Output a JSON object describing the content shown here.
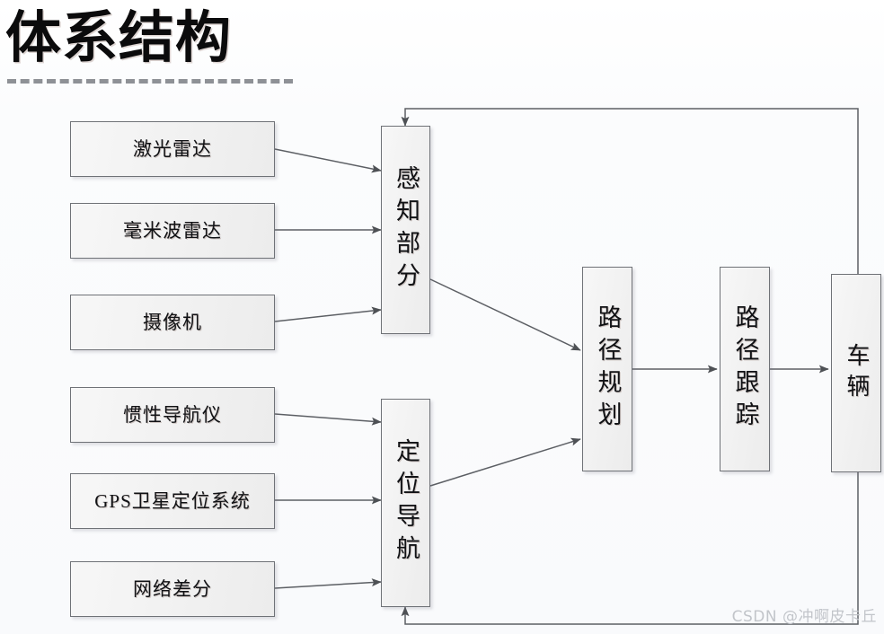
{
  "page": {
    "title": "体系结构",
    "background_color": "#fafbfc",
    "node_fill": "#f2f2f2",
    "node_border": "#6f7277",
    "wire_color": "#595959",
    "watermark": "CSDN @冲啊皮卡丘"
  },
  "nodes": {
    "lidar": {
      "label": "激光雷达"
    },
    "mmwave": {
      "label": "毫米波雷达"
    },
    "camera": {
      "label": "摄像机"
    },
    "ins": {
      "label": "惯性导航仪"
    },
    "gps": {
      "label": "GPS卫星定位系统"
    },
    "rtk": {
      "label": "网络差分"
    },
    "perception": {
      "label": "感知部分"
    },
    "localization": {
      "label": "定位导航"
    },
    "planning": {
      "label": "路径规划"
    },
    "tracking": {
      "label": "路径跟踪"
    },
    "vehicle": {
      "label": "车辆"
    }
  },
  "diagram_data": {
    "type": "block-diagram",
    "orientation": "left-to-right",
    "groups": [
      {
        "name": "perception-sensors",
        "members": [
          "lidar",
          "mmwave",
          "camera"
        ],
        "target": "perception"
      },
      {
        "name": "localization-sensors",
        "members": [
          "ins",
          "gps",
          "rtk"
        ],
        "target": "localization"
      },
      {
        "name": "decision-chain",
        "members": [
          "planning",
          "tracking",
          "vehicle"
        ]
      }
    ],
    "edges": [
      {
        "from": "lidar",
        "to": "perception",
        "style": "solid",
        "arrow": "end"
      },
      {
        "from": "mmwave",
        "to": "perception",
        "style": "solid",
        "arrow": "end"
      },
      {
        "from": "camera",
        "to": "perception",
        "style": "solid",
        "arrow": "end"
      },
      {
        "from": "ins",
        "to": "localization",
        "style": "solid",
        "arrow": "end"
      },
      {
        "from": "gps",
        "to": "localization",
        "style": "solid",
        "arrow": "end"
      },
      {
        "from": "rtk",
        "to": "localization",
        "style": "solid",
        "arrow": "end"
      },
      {
        "from": "perception",
        "to": "planning",
        "style": "solid",
        "arrow": "end"
      },
      {
        "from": "localization",
        "to": "planning",
        "style": "solid",
        "arrow": "end"
      },
      {
        "from": "planning",
        "to": "tracking",
        "style": "solid",
        "arrow": "end"
      },
      {
        "from": "tracking",
        "to": "vehicle",
        "style": "solid",
        "arrow": "end"
      },
      {
        "from": "vehicle",
        "to": "perception",
        "style": "solid",
        "arrow": "end",
        "routing": "orthogonal-top",
        "kind": "feedback"
      },
      {
        "from": "vehicle",
        "to": "localization",
        "style": "solid",
        "arrow": "end",
        "routing": "orthogonal-bottom",
        "kind": "feedback"
      }
    ]
  }
}
